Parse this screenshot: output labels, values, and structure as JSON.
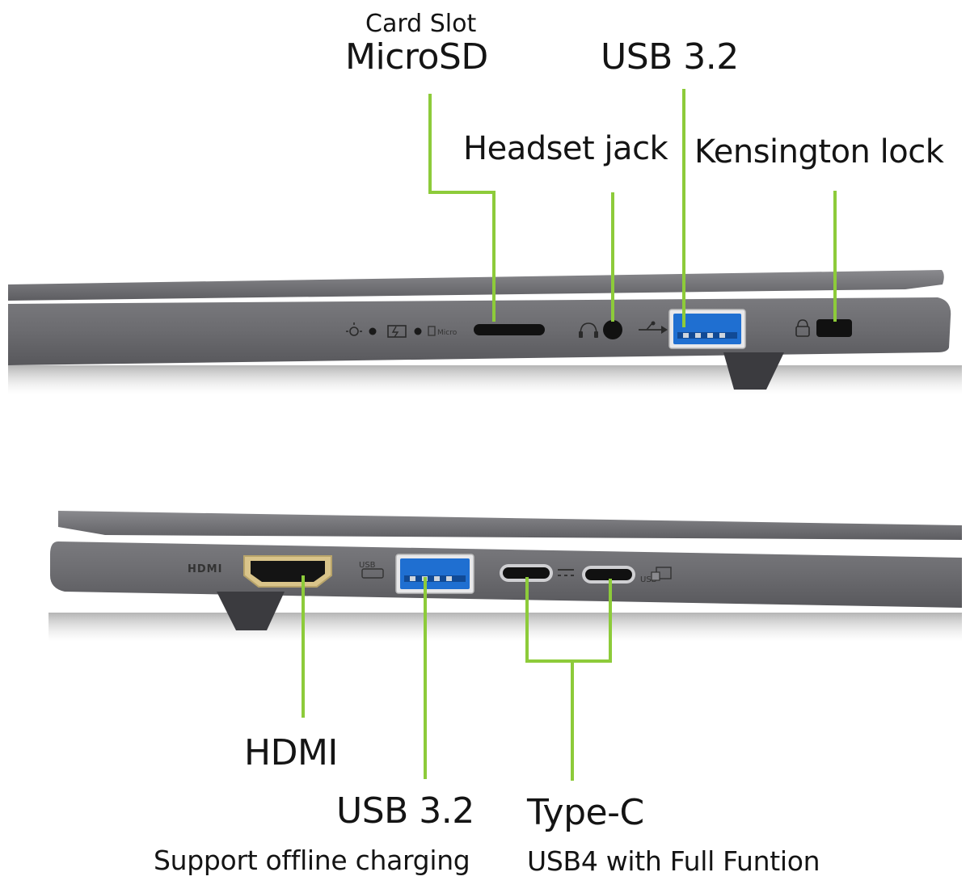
{
  "colors": {
    "callout_line": "#8DCB3A",
    "chassis": "#6E6E72",
    "chassis_dark": "#4A4A4E",
    "usb_blue": "#1F6FD1",
    "text": "#141414"
  },
  "right_side": {
    "card_slot_caption": "Card Slot",
    "card_slot_label": "MicroSD",
    "usb_label": "USB 3.2",
    "headset_label": "Headset jack",
    "kensington_label": "Kensington lock",
    "icons": [
      "power-led-icon",
      "battery-led-icon",
      "microsd-icon",
      "headset-icon",
      "usb-symbol-icon",
      "lock-icon"
    ]
  },
  "left_side": {
    "hdmi_label": "HDMI",
    "usb_label": "USB 3.2",
    "usb_sub": "Support offline charging",
    "typec_label": "Type-C",
    "typec_sub": "USB4 with Full Funtion",
    "icons": [
      "hdmi-logo-icon",
      "usb-charge-icon",
      "dc-power-icon",
      "usb-display-icon"
    ]
  }
}
